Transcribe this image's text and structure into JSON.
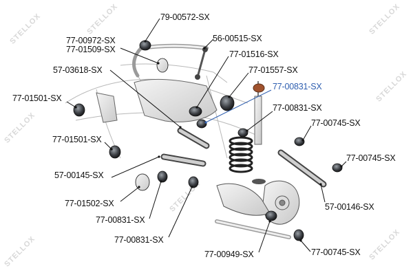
{
  "watermark": {
    "brand": "STELLOX",
    "color": "#d8d8d8"
  },
  "highlight_color": "#2f5fb0",
  "labels": {
    "l_79_00572": "79-00572-SX",
    "l_77_00972": "77-00972-SX",
    "l_77_01509": "77-01509-SX",
    "l_56_00515": "56-00515-SX",
    "l_77_01516": "77-01516-SX",
    "l_57_03618": "57-03618-SX",
    "l_77_01557": "77-01557-SX",
    "l_77_00831_top": "77-00831-SX",
    "l_77_01501_a": "77-01501-SX",
    "l_77_00831_mid": "77-00831-SX",
    "l_77_00745_a": "77-00745-SX",
    "l_77_01501_b": "77-01501-SX",
    "l_77_00745_b": "77-00745-SX",
    "l_57_00145": "57-00145-SX",
    "l_77_01502": "77-01502-SX",
    "l_57_00146": "57-00146-SX",
    "l_77_00831_c": "77-00831-SX",
    "l_77_00831_d": "77-00831-SX",
    "l_77_00949": "77-00949-SX",
    "l_77_00745_c": "77-00745-SX"
  }
}
